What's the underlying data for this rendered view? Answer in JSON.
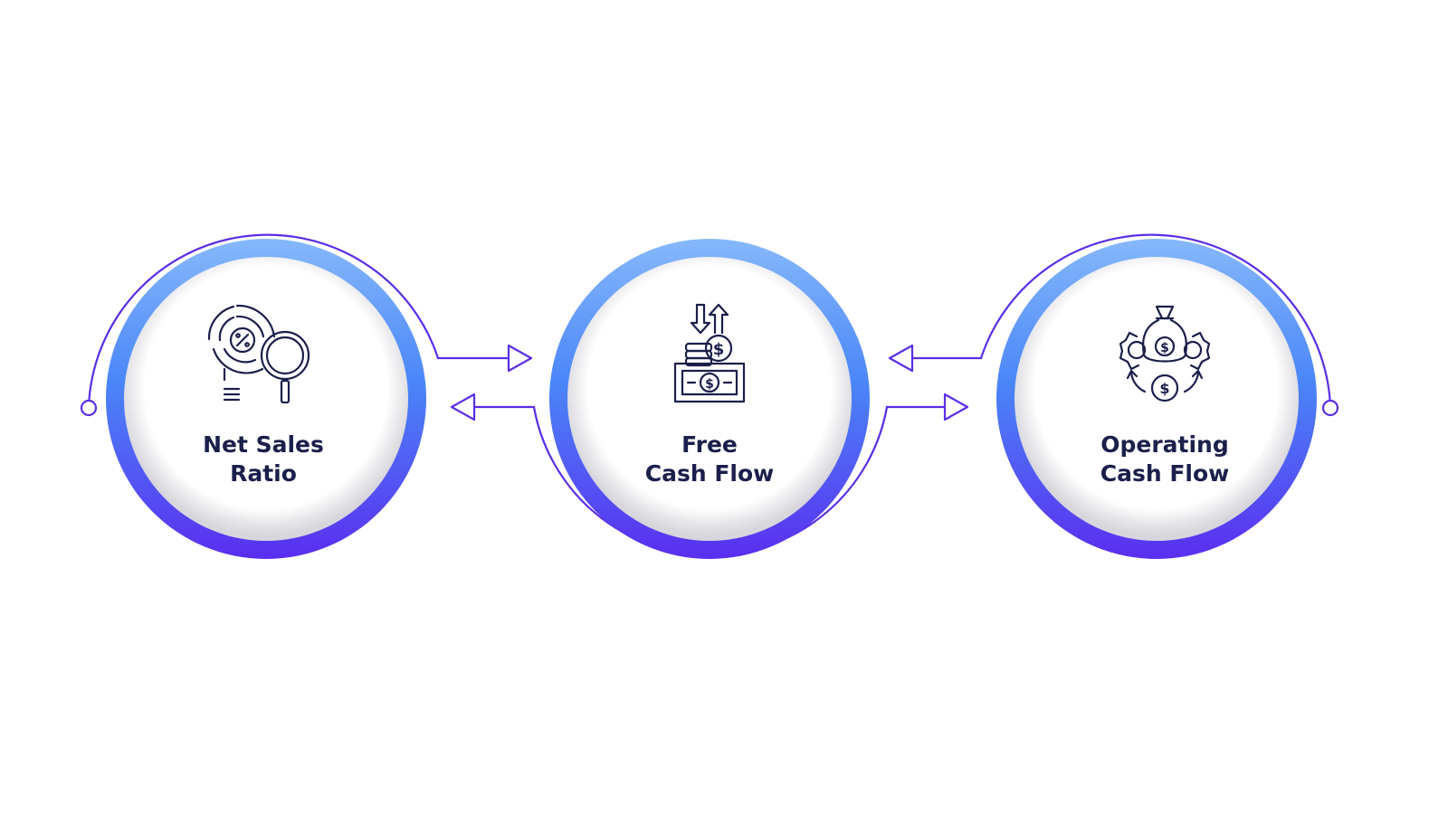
{
  "nodes": [
    {
      "id": "net-sales-ratio",
      "icon": "percent-chart-magnifier-icon",
      "lines": [
        "Net Sales",
        "Ratio"
      ]
    },
    {
      "id": "free-cash-flow",
      "icon": "cash-arrows-coins-icon",
      "lines": [
        "Free",
        "Cash Flow"
      ]
    },
    {
      "id": "operating-cash-flow",
      "icon": "money-bag-gears-icon",
      "lines": [
        "Operating",
        "Cash Flow"
      ]
    }
  ],
  "colors": {
    "connector": "#5a2ee6",
    "ring_top": "#86b8fb",
    "ring_mid": "#4a86f8",
    "ring_bottom": "#5a2ef0",
    "text": "#1b1f4b",
    "icon": "#1b1f4b"
  }
}
